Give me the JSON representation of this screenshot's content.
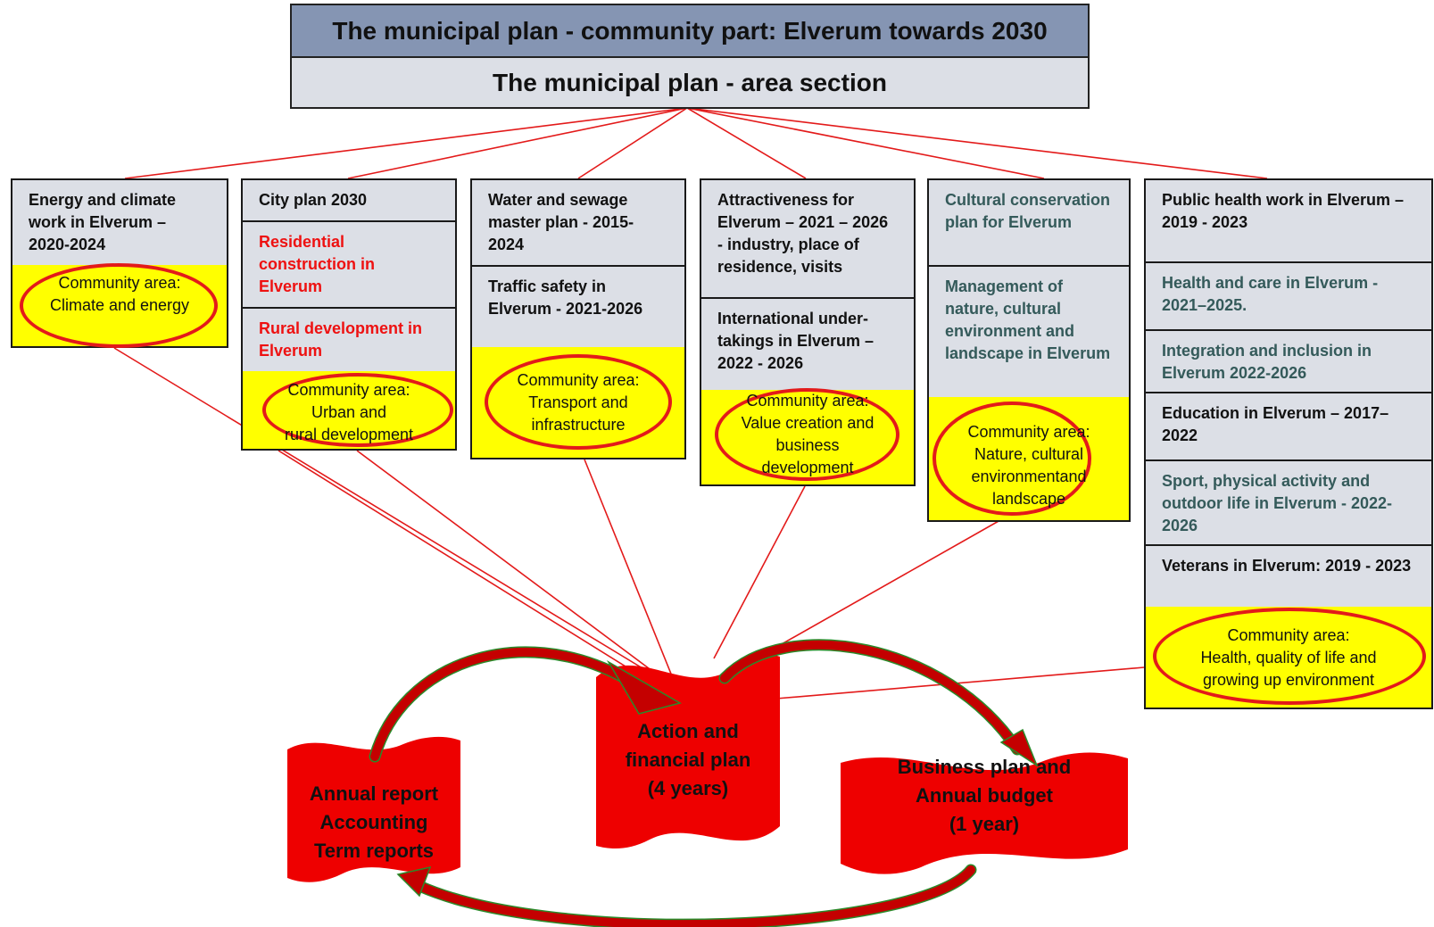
{
  "header": {
    "title": "The municipal plan - community part: Elverum towards 2030",
    "subtitle": "The municipal plan - area section"
  },
  "columns": [
    {
      "plans": [
        "Energy and climate work in Elverum – 2020-2024"
      ],
      "community": [
        "Community area:",
        "Climate and energy"
      ]
    },
    {
      "plans": [
        "City plan 2030",
        "Residential construction in Elverum",
        "Rural development in Elverum"
      ],
      "community": [
        "Community area:",
        "Urban and",
        "rural development"
      ]
    },
    {
      "plans": [
        "Water and sewage master plan - 2015-2024",
        "Traffic safety in Elverum - 2021-2026"
      ],
      "community": [
        "Community area:",
        "Transport and",
        "infrastructure"
      ]
    },
    {
      "plans": [
        "Attractiveness for Elverum – 2021 – 2026 - industry, place of residence, visits",
        "International under-takings in Elverum – 2022 - 2026"
      ],
      "community": [
        "Community area:",
        "Value creation and",
        "business",
        "development"
      ]
    },
    {
      "plans": [
        "Cultural conservation plan for Elverum",
        "Management of nature, cultural environment and landscape in Elverum"
      ],
      "community": [
        "Community area:",
        "Nature, cultural",
        "environmentand",
        "landscape"
      ]
    },
    {
      "plans": [
        "Public health work in Elverum – 2019 - 2023",
        "Health and care in Elverum - 2021–2025.",
        "Integration and inclusion in Elverum 2022-2026",
        "Education in Elverum – 2017–2022",
        "Sport, physical activity and outdoor life in Elverum - 2022-2026",
        "Veterans in Elverum: 2019 - 2023"
      ],
      "community": [
        "Community area:",
        "Health, quality of life and",
        "growing up environment"
      ]
    }
  ],
  "cycle": {
    "action": [
      "Action and",
      "financial plan",
      "(4 years)"
    ],
    "business": [
      "Business plan and",
      "Annual budget",
      "(1 year)"
    ],
    "annual": [
      "Annual report",
      "Accounting",
      "Term reports"
    ]
  },
  "colors": {
    "red": "#ee1111",
    "yellow": "#ffff00",
    "header_blue": "#8595b3",
    "box_grey": "#dcdfe6",
    "teal_text": "#345a5a"
  }
}
